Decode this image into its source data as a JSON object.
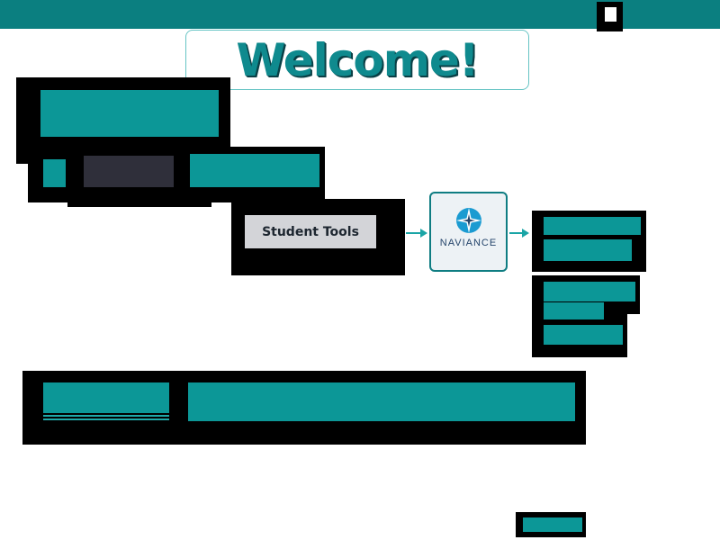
{
  "header": {
    "welcome_title": "Welcome!"
  },
  "tools": {
    "student_tools_label": "Student Tools"
  },
  "naviance": {
    "logo_label": "NAVIANCE"
  },
  "colors": {
    "teal": "#0c9797",
    "header": "#0b7f80",
    "title": "#0f8a8e",
    "black": "#000000"
  },
  "icons": {
    "logo": "compass-star-icon",
    "arrow": "arrow-right-icon"
  }
}
